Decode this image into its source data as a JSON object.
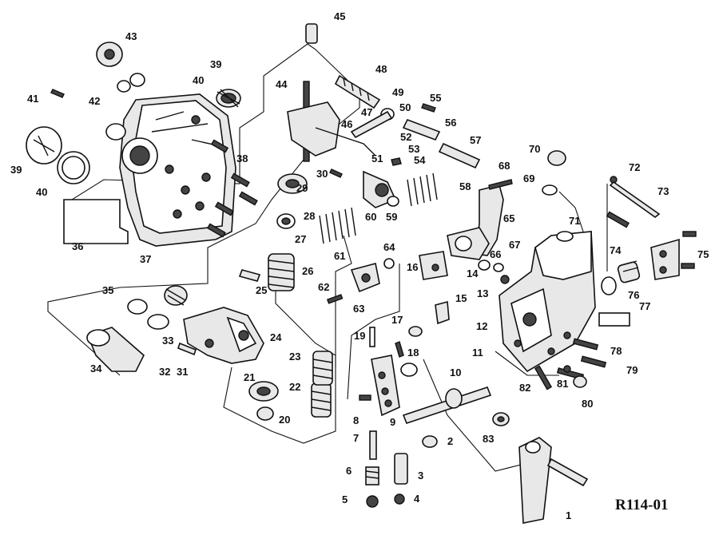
{
  "drawing_ref": "R114-01",
  "callouts": [
    "1",
    "2",
    "3",
    "4",
    "5",
    "6",
    "7",
    "8",
    "9",
    "10",
    "11",
    "12",
    "13",
    "14",
    "15",
    "16",
    "17",
    "18",
    "19",
    "20",
    "21",
    "22",
    "23",
    "24",
    "25",
    "26",
    "27",
    "28",
    "29",
    "30",
    "31",
    "32",
    "33",
    "34",
    "35",
    "36",
    "37",
    "38",
    "39",
    "40",
    "41",
    "42",
    "43",
    "44",
    "45",
    "46",
    "47",
    "48",
    "49",
    "50",
    "51",
    "52",
    "53",
    "54",
    "55",
    "56",
    "57",
    "58",
    "59",
    "60",
    "61",
    "62",
    "63",
    "64",
    "65",
    "66",
    "67",
    "68",
    "69",
    "70",
    "71",
    "72",
    "73",
    "74",
    "75",
    "76",
    "77",
    "78",
    "79",
    "80",
    "81",
    "82",
    "83"
  ],
  "callouts_extra": {
    "39b": "39",
    "40b": "40"
  }
}
